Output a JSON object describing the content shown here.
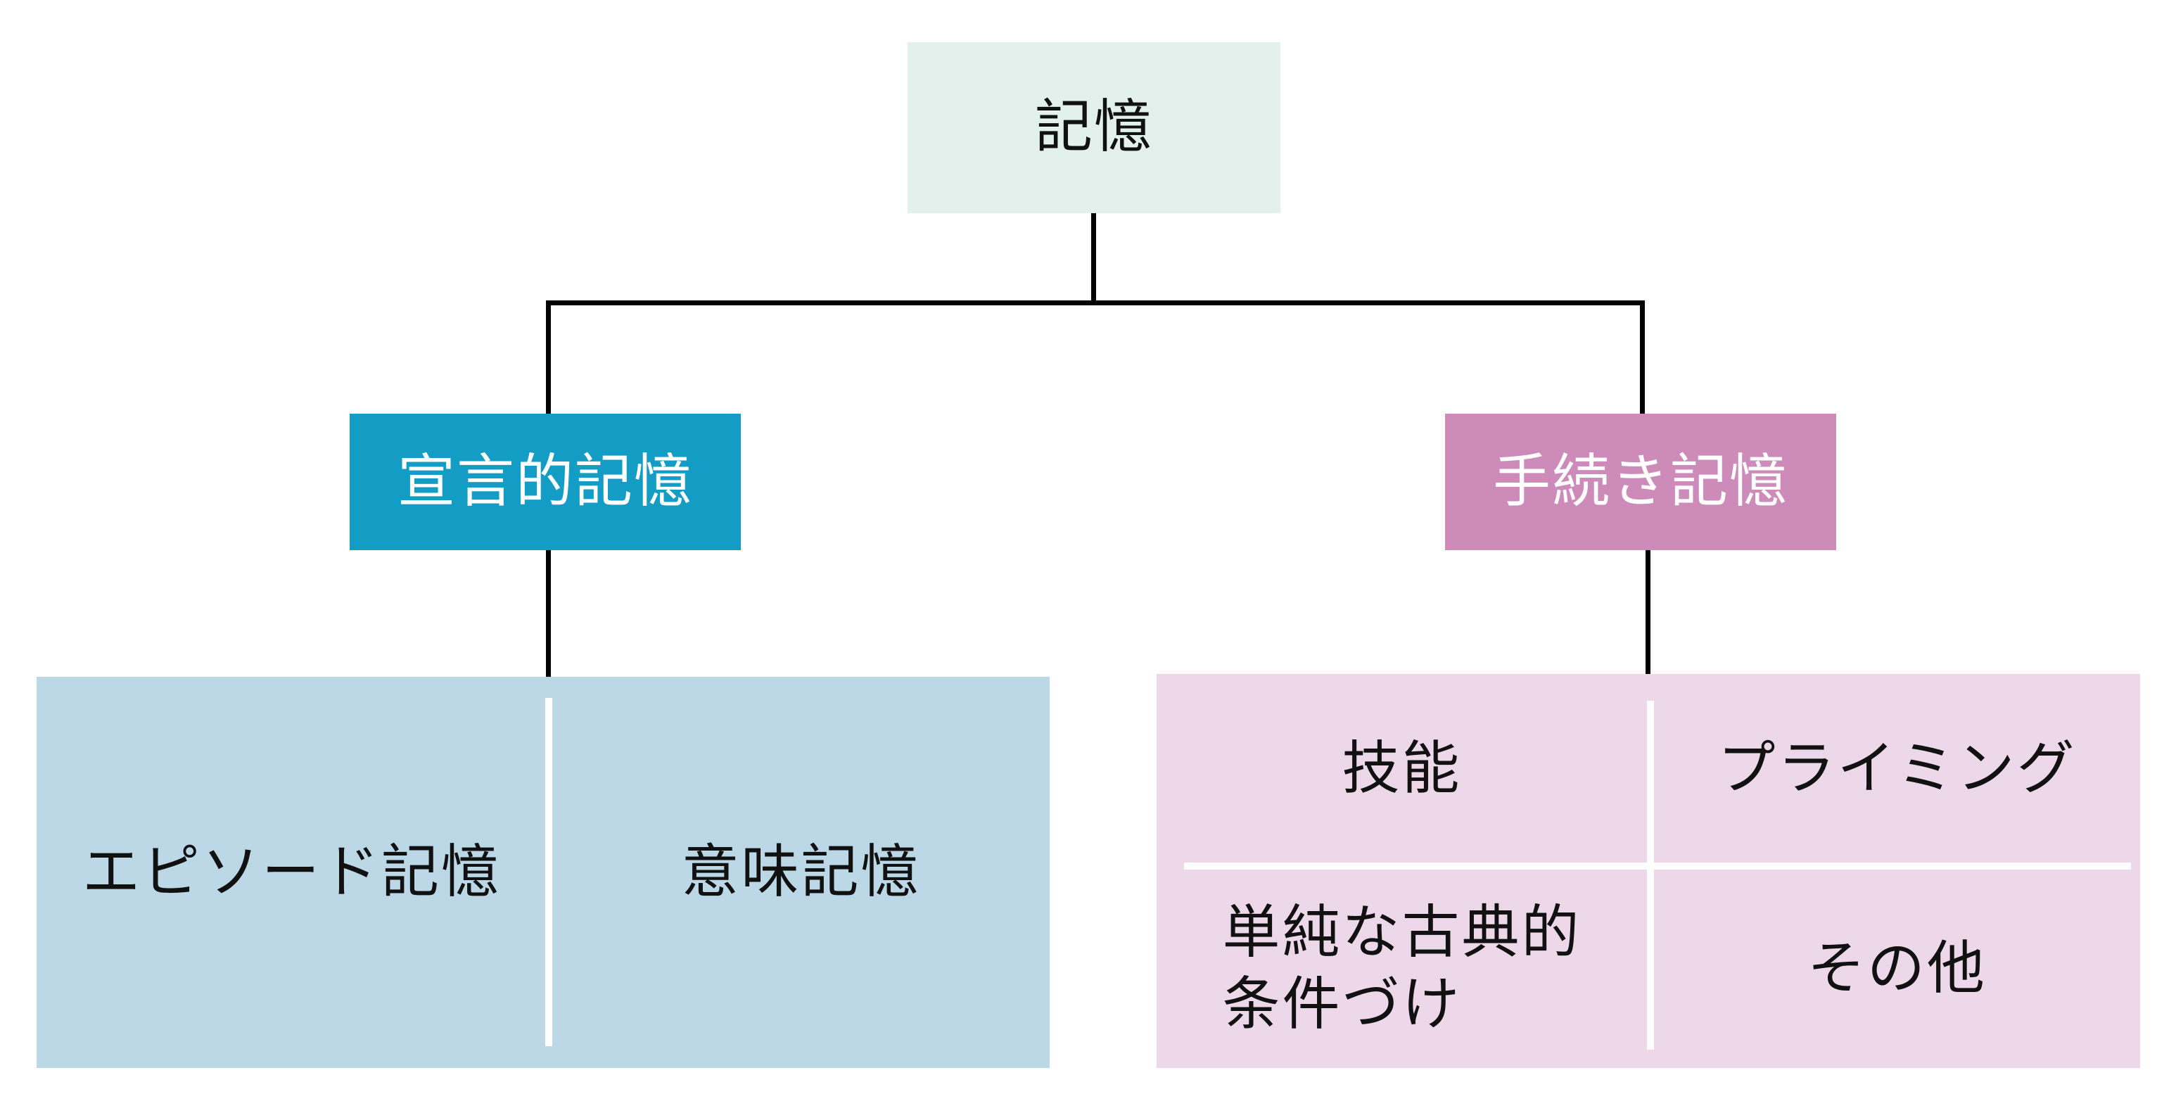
{
  "colors": {
    "root_bg": "#e3f1ed",
    "declarative_bg": "#139dc4",
    "procedural_bg": "#cd8bb9",
    "declarative_group_bg": "#bcd7e5",
    "procedural_group_bg": "#ecd8e8",
    "connector": "#000000"
  },
  "root": {
    "label": "記憶"
  },
  "declarative": {
    "label": "宣言的記憶",
    "children": [
      {
        "label": "エピソード記憶"
      },
      {
        "label": "意味記憶"
      }
    ]
  },
  "procedural": {
    "label": "手続き記憶",
    "children": [
      {
        "label": "技能"
      },
      {
        "label": "プライミング"
      },
      {
        "label": "単純な古典的\n条件づけ"
      },
      {
        "label": "その他"
      }
    ]
  }
}
